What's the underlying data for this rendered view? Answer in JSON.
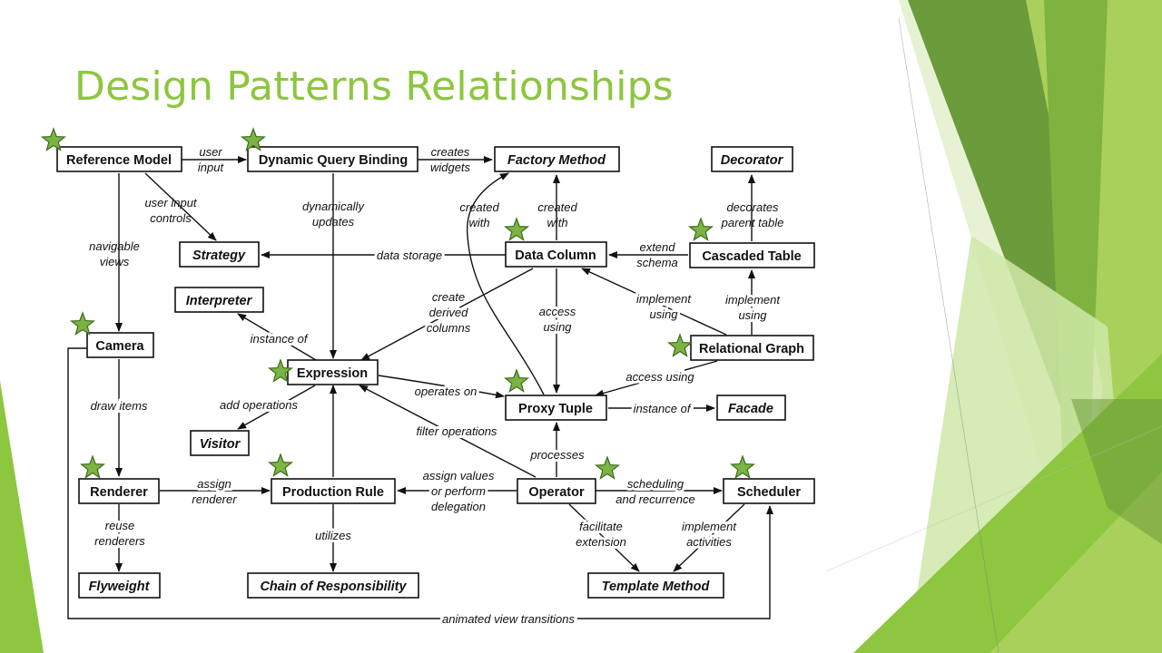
{
  "slide": {
    "title": "Design Patterns Relationships"
  },
  "colors": {
    "title": "#8dc63f",
    "star": "#7cb342",
    "decor": [
      "#6b9b3a",
      "#8dc63f",
      "#a8d05a",
      "#cfe7a8",
      "#e6f2d3"
    ]
  },
  "nodes": {
    "reference_model": "Reference Model",
    "dynamic_query_binding": "Dynamic Query Binding",
    "factory_method": "Factory Method",
    "decorator": "Decorator",
    "strategy": "Strategy",
    "data_column": "Data Column",
    "cascaded_table": "Cascaded Table",
    "interpreter": "Interpreter",
    "camera": "Camera",
    "expression": "Expression",
    "relational_graph": "Relational Graph",
    "proxy_tuple": "Proxy Tuple",
    "facade": "Facade",
    "visitor": "Visitor",
    "renderer": "Renderer",
    "production_rule": "Production Rule",
    "operator": "Operator",
    "scheduler": "Scheduler",
    "flyweight": "Flyweight",
    "chain_of_responsibility": "Chain of Responsibility",
    "template_method": "Template Method"
  },
  "edges": {
    "user_input": [
      "user",
      "input"
    ],
    "creates_widgets": [
      "creates",
      "widgets"
    ],
    "user_input_controls": [
      "user input",
      "controls"
    ],
    "navigable_views": [
      "navigable",
      "views"
    ],
    "dynamically_updates": [
      "dynamically",
      "updates"
    ],
    "created_with_a": [
      "created",
      "with"
    ],
    "created_with_b": [
      "created",
      "with"
    ],
    "decorates_parent_table": [
      "decorates",
      "parent table"
    ],
    "data_storage": [
      "data storage"
    ],
    "extend_schema": [
      "extend",
      "schema"
    ],
    "create_derived_columns": [
      "create",
      "derived",
      "columns"
    ],
    "access_using_a": [
      "access",
      "using"
    ],
    "implement_using_a": [
      "implement",
      "using"
    ],
    "implement_using_b": [
      "implement",
      "using"
    ],
    "instance_of_a": [
      "instance of"
    ],
    "access_using_b": [
      "access using"
    ],
    "operates_on": [
      "operates on"
    ],
    "instance_of_b": [
      "instance of"
    ],
    "add_operations": [
      "add operations"
    ],
    "draw_items": [
      "draw items"
    ],
    "filter_operations": [
      "filter operations"
    ],
    "processes": [
      "processes"
    ],
    "assign_renderer": [
      "assign",
      "renderer"
    ],
    "assign_values": [
      "assign values",
      "or perform",
      "delegation"
    ],
    "scheduling_recurrence": [
      "scheduling",
      "and recurrence"
    ],
    "reuse_renderers": [
      "reuse",
      "renderers"
    ],
    "utilizes": [
      "utilizes"
    ],
    "facilitate_extension": [
      "facilitate",
      "extension"
    ],
    "implement_activities": [
      "implement",
      "activities"
    ],
    "animated_view_transitions": [
      "animated view transitions"
    ]
  }
}
